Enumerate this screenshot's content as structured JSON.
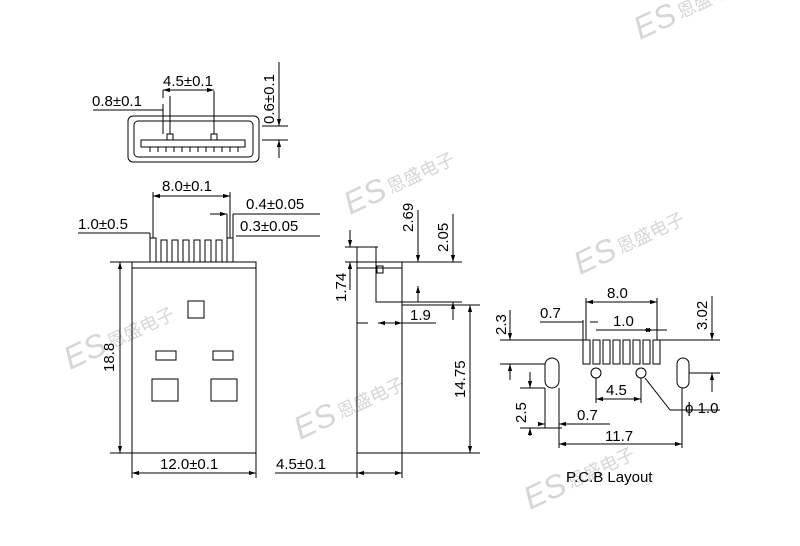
{
  "top_view": {
    "dim_pin_width": "0.8±0.1",
    "dim_slot_width": "4.5±0.1",
    "dim_shell_thickness": "0.6±0.1"
  },
  "front_view": {
    "dim_pin_span": "8.0±0.1",
    "dim_pin_thickness": "0.4±0.05",
    "dim_pin_gap": "0.3±0.05",
    "dim_pin_pitch": "1.0±0.5",
    "dim_height": "18.8",
    "dim_width": "12.0±0.1"
  },
  "side_view": {
    "dim_2_69": "2.69",
    "dim_2_05": "2.05",
    "dim_1_74": "1.74",
    "dim_1_9": "1.9",
    "dim_14_75": "14.75",
    "dim_depth": "4.5±0.1"
  },
  "pcb": {
    "dim_8_0": "8.0",
    "dim_0_7_top": "0.7",
    "dim_1_0": "1.0",
    "dim_2_3": "2.3",
    "dim_3_02": "3.02",
    "dim_4_5": "4.5",
    "dim_hole": "ϕ 1.0",
    "dim_2_5": "2.5",
    "dim_0_7_bottom": "0.7",
    "dim_11_7": "11.7",
    "caption": "P.C.B Layout"
  },
  "watermark": {
    "logo": "ES",
    "chars": "恩盛电子"
  }
}
